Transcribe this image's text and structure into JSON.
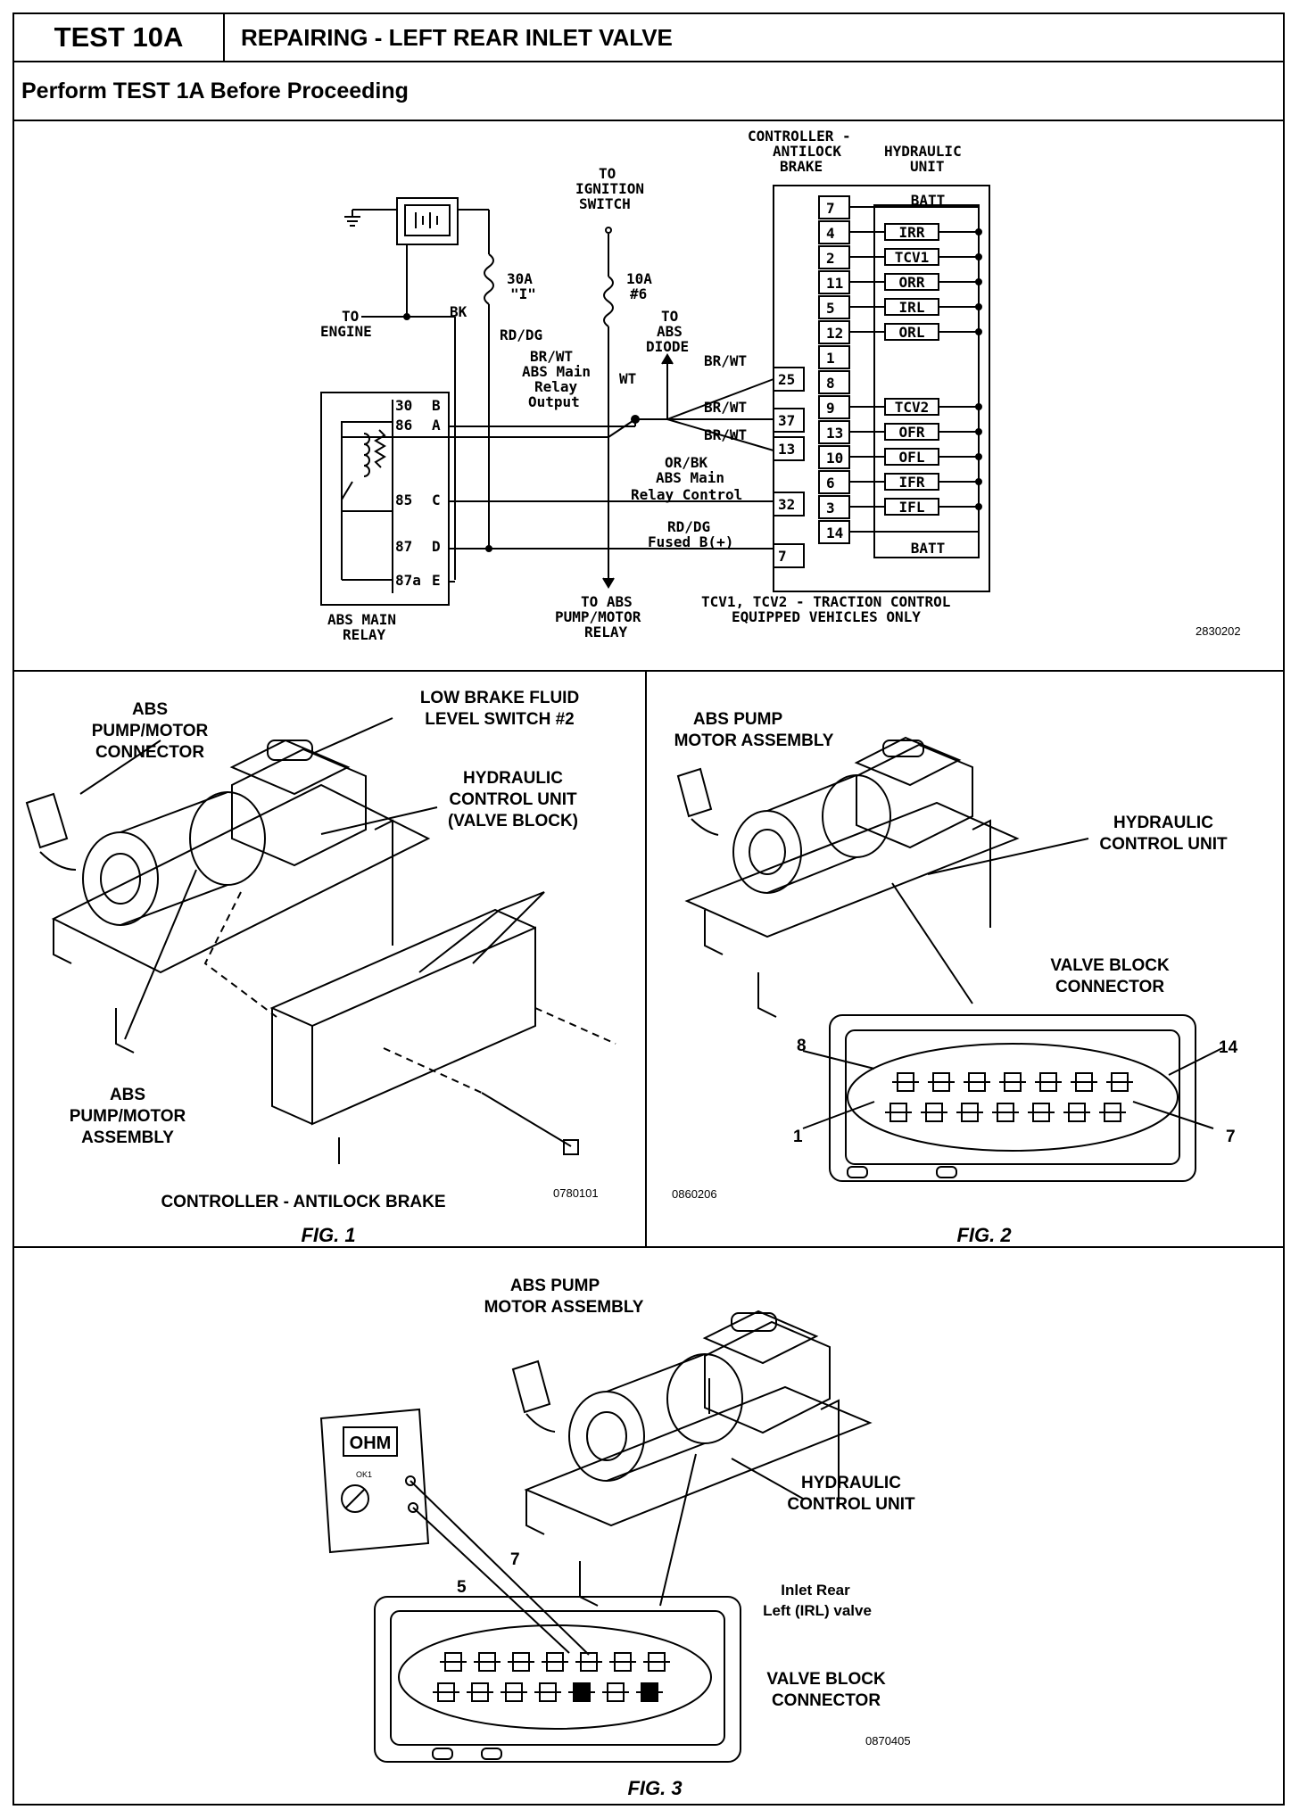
{
  "header": {
    "test_id": "TEST 10A",
    "title": "REPAIRING - LEFT REAR INLET VALVE",
    "prerequisite": "Perform TEST 1A Before Proceeding"
  },
  "schematic": {
    "code": "2830202",
    "controller_label_1": "CONTROLLER -",
    "controller_label_2": "ANTILOCK",
    "controller_label_3": "BRAKE",
    "hcu_label_1": "HYDRAULIC",
    "hcu_label_2": "UNIT",
    "to_ignition_1": "TO",
    "to_ignition_2": "IGNITION",
    "to_ignition_3": "SWITCH",
    "fuse_30a_1": "30A",
    "fuse_30a_2": "\"I\"",
    "fuse_10a_1": "10A",
    "fuse_10a_2": "#6",
    "to_engine_1": "TO",
    "to_engine_2": "ENGINE",
    "bk": "BK",
    "rd_dg": "RD/DG",
    "br_wt_out_1": "BR/WT",
    "br_wt_out_2": "ABS Main",
    "br_wt_out_3": "Relay",
    "br_wt_out_4": "Output",
    "wt": "WT",
    "to_abs_diode_1": "TO",
    "to_abs_diode_2": "ABS",
    "to_abs_diode_3": "DIODE",
    "br_wt_a": "BR/WT",
    "br_wt_b": "BR/WT",
    "br_wt_c": "BR/WT",
    "or_bk_1": "OR/BK",
    "or_bk_2": "ABS Main",
    "or_bk_3": "Relay Control",
    "fused_1": "RD/DG",
    "fused_2": "Fused B(+)",
    "to_pump_1": "TO ABS",
    "to_pump_2": "PUMP/MOTOR",
    "to_pump_3": "RELAY",
    "relay_1": "ABS MAIN",
    "relay_2": "RELAY",
    "tcv_note_1": "TCV1, TCV2 - TRACTION CONTROL",
    "tcv_note_2": "EQUIPPED VEHICLES ONLY",
    "relay_pins": [
      {
        "num": "30",
        "letter": "B"
      },
      {
        "num": "86",
        "letter": "A"
      },
      {
        "num": "85",
        "letter": "C"
      },
      {
        "num": "87",
        "letter": "D"
      },
      {
        "num": "87a",
        "letter": "E"
      }
    ],
    "controller_pins": [
      "25",
      "37",
      "13",
      "32",
      "7"
    ],
    "hcu_pins": [
      "7",
      "4",
      "2",
      "11",
      "5",
      "12",
      "1",
      "8",
      "9",
      "13",
      "10",
      "6",
      "3",
      "14"
    ],
    "valves": [
      "IRR",
      "TCV1",
      "ORR",
      "IRL",
      "ORL",
      "TCV2",
      "OFR",
      "OFL",
      "IFR",
      "IFL"
    ],
    "batt_top": "BATT",
    "batt_bottom": "BATT"
  },
  "fig1": {
    "caption": "FIG. 1",
    "code": "0780101",
    "pump_connector_1": "ABS",
    "pump_connector_2": "PUMP/MOTOR",
    "pump_connector_3": "CONNECTOR",
    "fluid_switch_1": "LOW BRAKE FLUID",
    "fluid_switch_2": "LEVEL SWITCH #2",
    "hcu_1": "HYDRAULIC",
    "hcu_2": "CONTROL UNIT",
    "hcu_3": "(VALVE BLOCK)",
    "pump_assembly_1": "ABS",
    "pump_assembly_2": "PUMP/MOTOR",
    "pump_assembly_3": "ASSEMBLY",
    "controller": "CONTROLLER - ANTILOCK BRAKE"
  },
  "fig2": {
    "caption": "FIG. 2",
    "code": "0860206",
    "pump_1": "ABS PUMP",
    "pump_2": "MOTOR ASSEMBLY",
    "hcu_1": "HYDRAULIC",
    "hcu_2": "CONTROL UNIT",
    "connector_1": "VALVE BLOCK",
    "connector_2": "CONNECTOR",
    "pin_8": "8",
    "pin_14": "14",
    "pin_1": "1",
    "pin_7": "7"
  },
  "fig3": {
    "caption": "FIG. 3",
    "code": "0870405",
    "pump_1": "ABS PUMP",
    "pump_2": "MOTOR ASSEMBLY",
    "hcu_1": "HYDRAULIC",
    "hcu_2": "CONTROL UNIT",
    "meter": "OHM",
    "meter_range": "OK1",
    "lead_5": "5",
    "lead_7": "7",
    "valve_1": "Inlet Rear",
    "valve_2": "Left (IRL) valve",
    "connector_1": "VALVE BLOCK",
    "connector_2": "CONNECTOR"
  }
}
